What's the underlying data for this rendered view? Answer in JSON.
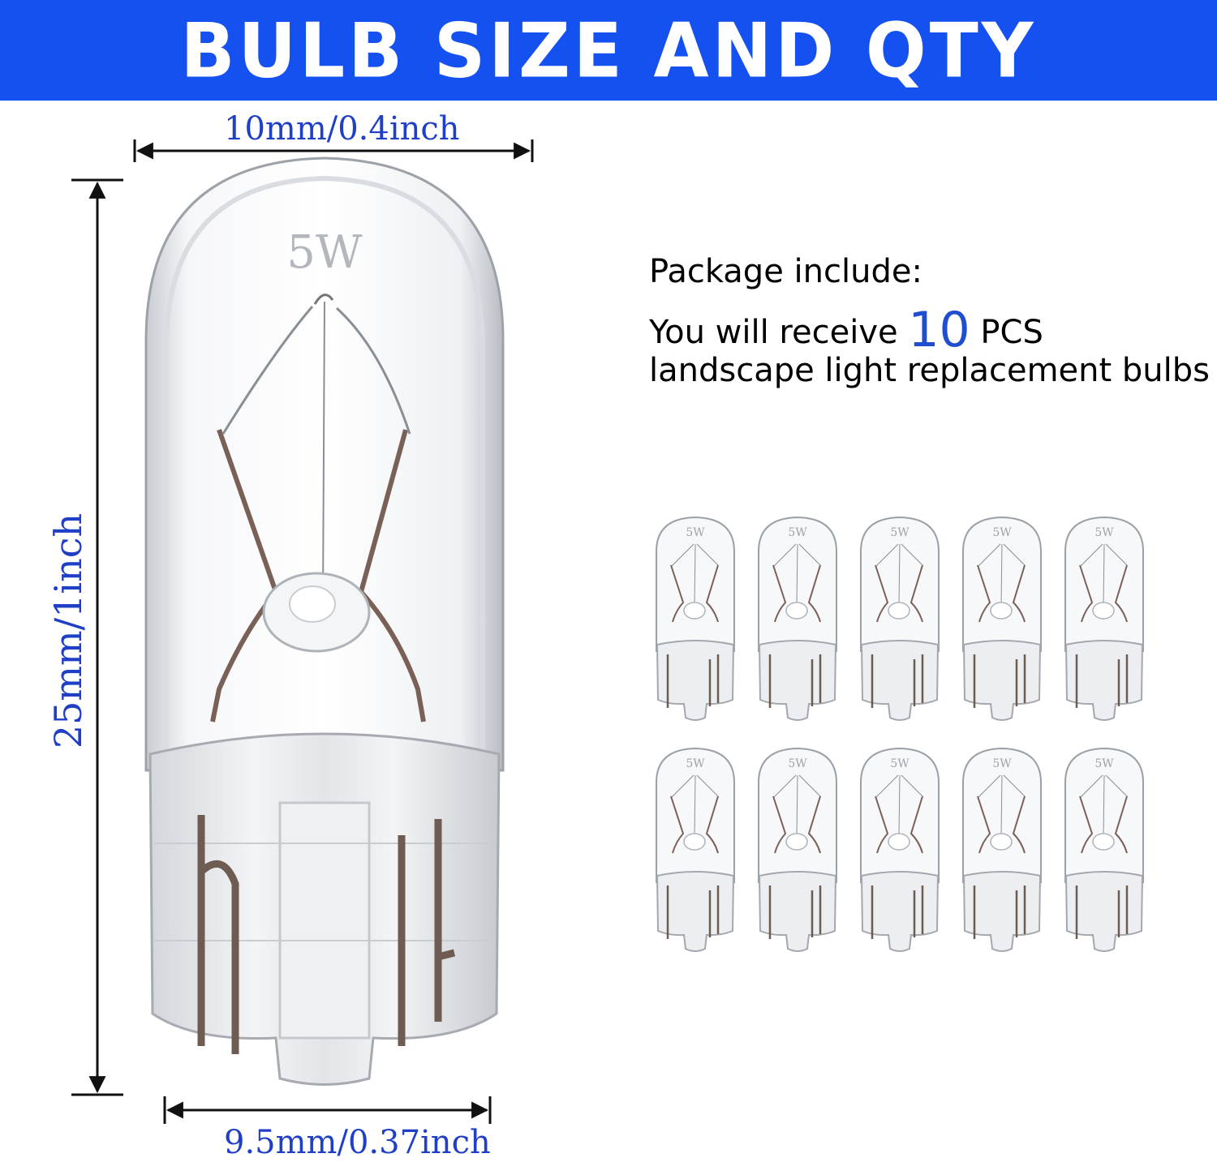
{
  "banner": {
    "title": "BULB SIZE AND QTY",
    "color": "#1550f0"
  },
  "dimensions": {
    "top_width": "10mm/0.4inch",
    "height": "25mm/1inch",
    "bottom_width": "9.5mm/0.37inch",
    "color": "#1f3fc7"
  },
  "bulb": {
    "wattage": "5W"
  },
  "package": {
    "heading": "Package include:",
    "line1_prefix": "You will receive ",
    "quantity": "10",
    "line1_suffix": " PCS",
    "line2": "landscape light replacement bulbs"
  },
  "thumbnails": {
    "count": 10,
    "label": "5W"
  }
}
